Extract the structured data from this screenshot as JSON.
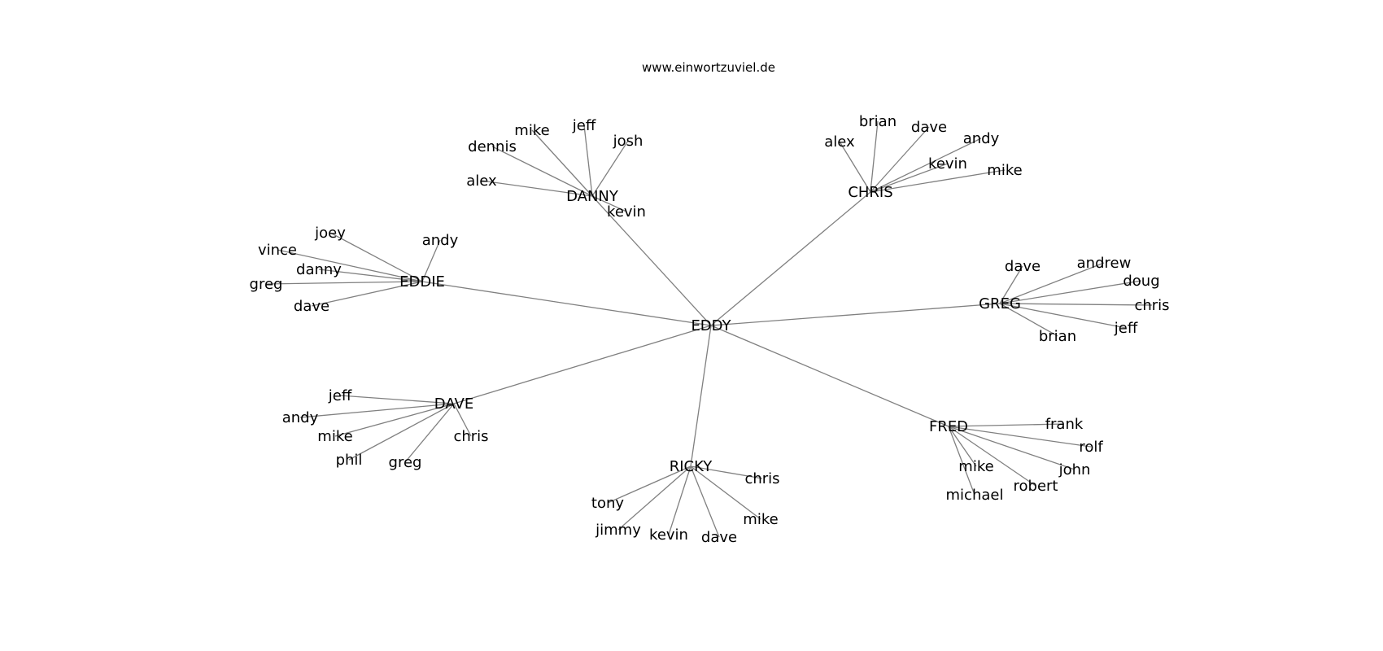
{
  "title": "www.einwortzuviel.de",
  "graph": {
    "center": "EDDY",
    "hubs": [
      {
        "name": "DANNY",
        "leaves": [
          "dennis",
          "mike",
          "jeff",
          "josh",
          "alex",
          "kevin"
        ]
      },
      {
        "name": "CHRIS",
        "leaves": [
          "alex",
          "brian",
          "dave",
          "andy",
          "kevin",
          "mike"
        ]
      },
      {
        "name": "EDDIE",
        "leaves": [
          "joey",
          "andy",
          "vince",
          "danny",
          "greg",
          "dave"
        ]
      },
      {
        "name": "GREG",
        "leaves": [
          "dave",
          "andrew",
          "doug",
          "chris",
          "jeff",
          "brian"
        ]
      },
      {
        "name": "DAVE",
        "leaves": [
          "jeff",
          "andy",
          "mike",
          "chris",
          "phil",
          "greg"
        ]
      },
      {
        "name": "FRED",
        "leaves": [
          "frank",
          "rolf",
          "john",
          "mike",
          "robert",
          "michael"
        ]
      },
      {
        "name": "RICKY",
        "leaves": [
          "chris",
          "tony",
          "mike",
          "jimmy",
          "kevin",
          "dave"
        ]
      }
    ]
  }
}
